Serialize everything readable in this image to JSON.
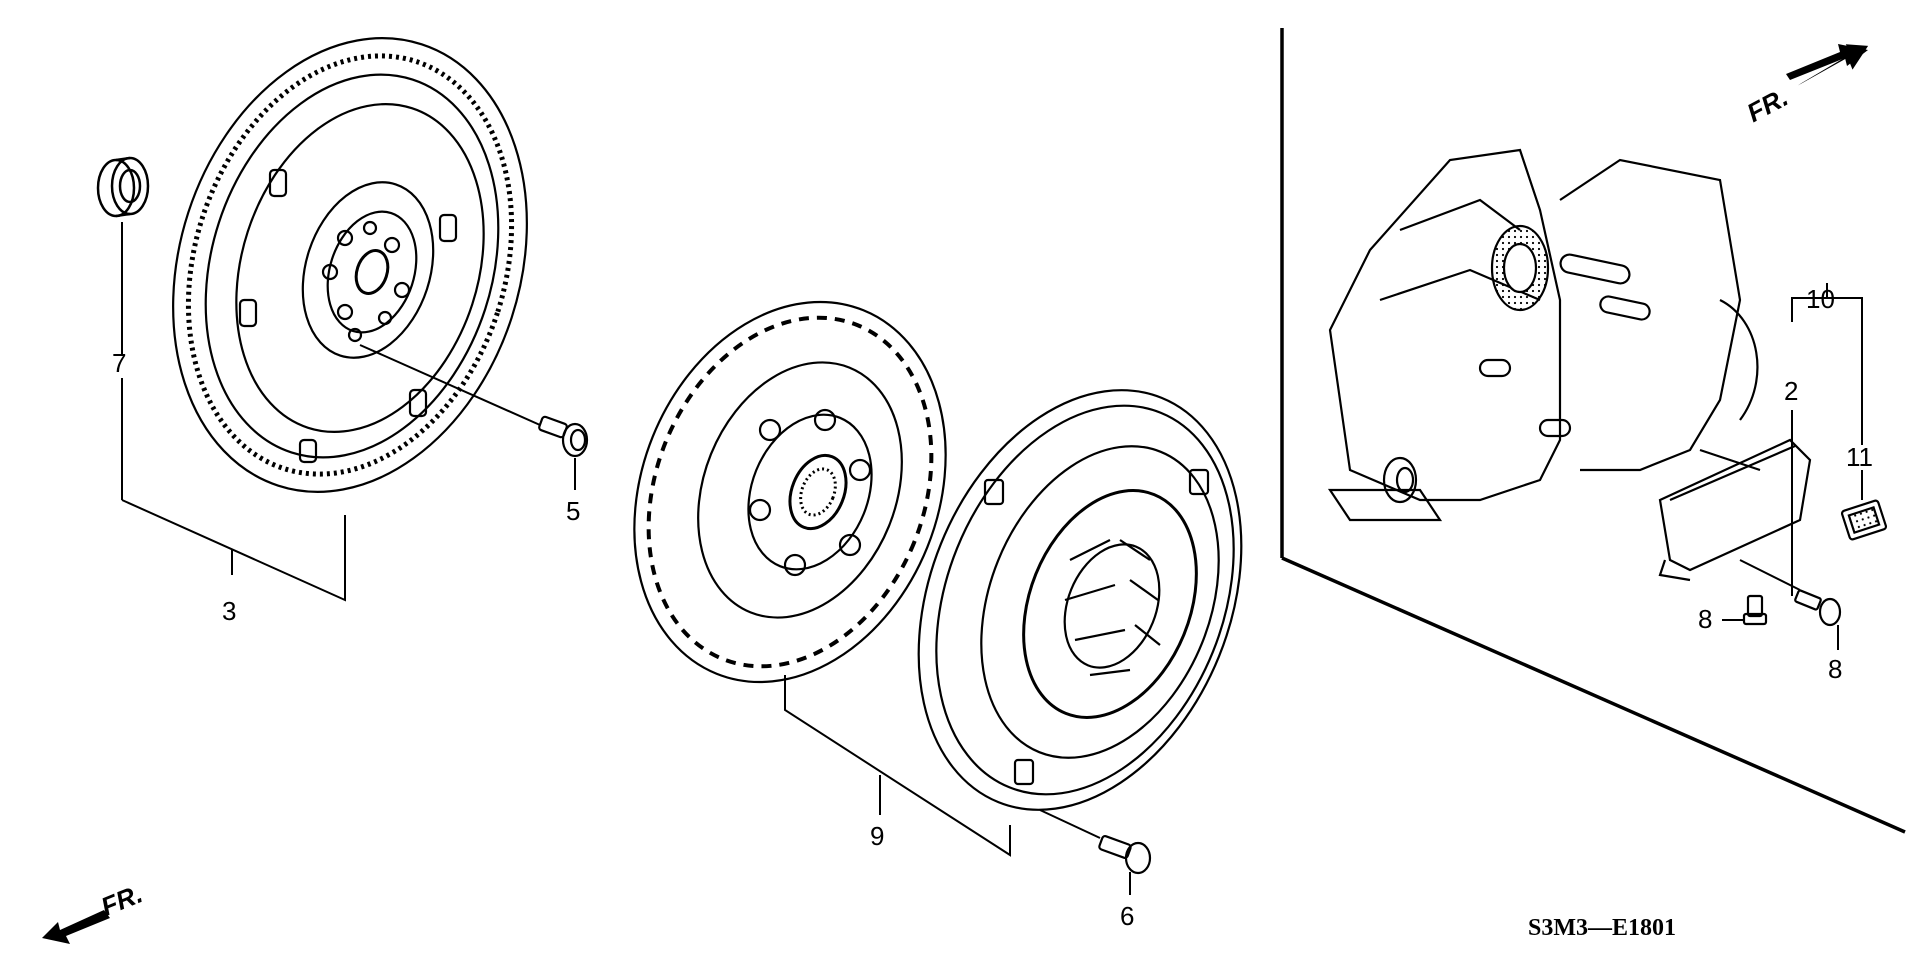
{
  "diagram": {
    "code": "S3M3—E1801",
    "fr_label": "FR.",
    "fr_label_left": "FR.",
    "callouts": {
      "c2": "2",
      "c3": "3",
      "c5": "5",
      "c6": "6",
      "c7": "7",
      "c8a": "8",
      "c8b": "8",
      "c9": "9",
      "c10": "10",
      "c11": "11"
    }
  },
  "colors": {
    "ink": "#000000",
    "paper": "#ffffff"
  }
}
